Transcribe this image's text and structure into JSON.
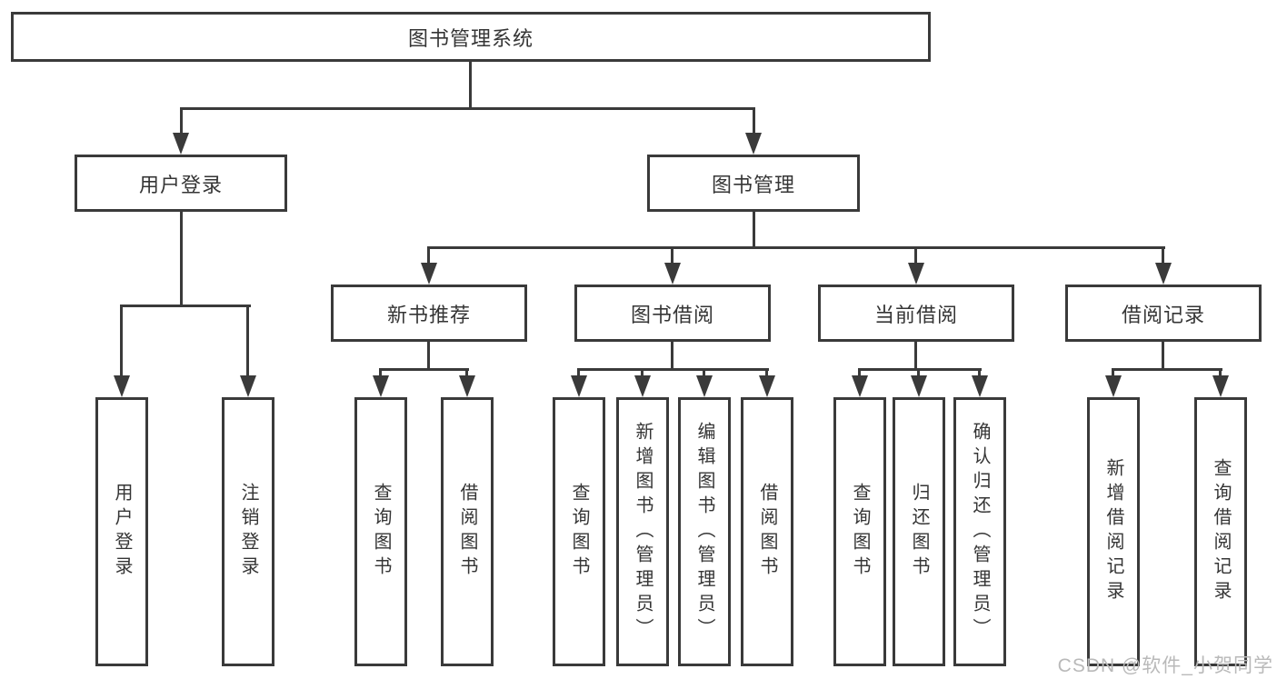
{
  "colors": {
    "line": "#3a3a3a",
    "text": "#353535",
    "background": "#ffffff",
    "watermark_text_color": "#b9b9b9"
  },
  "tree": {
    "root": {
      "label": "图书管理系统"
    },
    "branches": [
      {
        "label": "用户登录",
        "children": [
          {
            "label": "用户登录"
          },
          {
            "label": "注销登录"
          }
        ]
      },
      {
        "label": "图书管理",
        "sections": [
          {
            "label": "新书推荐",
            "children": [
              {
                "label": "查询图书"
              },
              {
                "label": "借阅图书"
              }
            ]
          },
          {
            "label": "图书借阅",
            "children": [
              {
                "label": "查询图书"
              },
              {
                "label": "新增图书（管理员）"
              },
              {
                "label": "编辑图书（管理员）"
              },
              {
                "label": "借阅图书"
              }
            ]
          },
          {
            "label": "当前借阅",
            "children": [
              {
                "label": "查询图书"
              },
              {
                "label": "归还图书"
              },
              {
                "label": "确认归还（管理员）"
              }
            ]
          },
          {
            "label": "借阅记录",
            "children": [
              {
                "label": "新增借阅记录"
              },
              {
                "label": "查询借阅记录"
              }
            ]
          }
        ]
      }
    ]
  },
  "watermark": {
    "text": "CSDN @软件_小贺同学"
  }
}
